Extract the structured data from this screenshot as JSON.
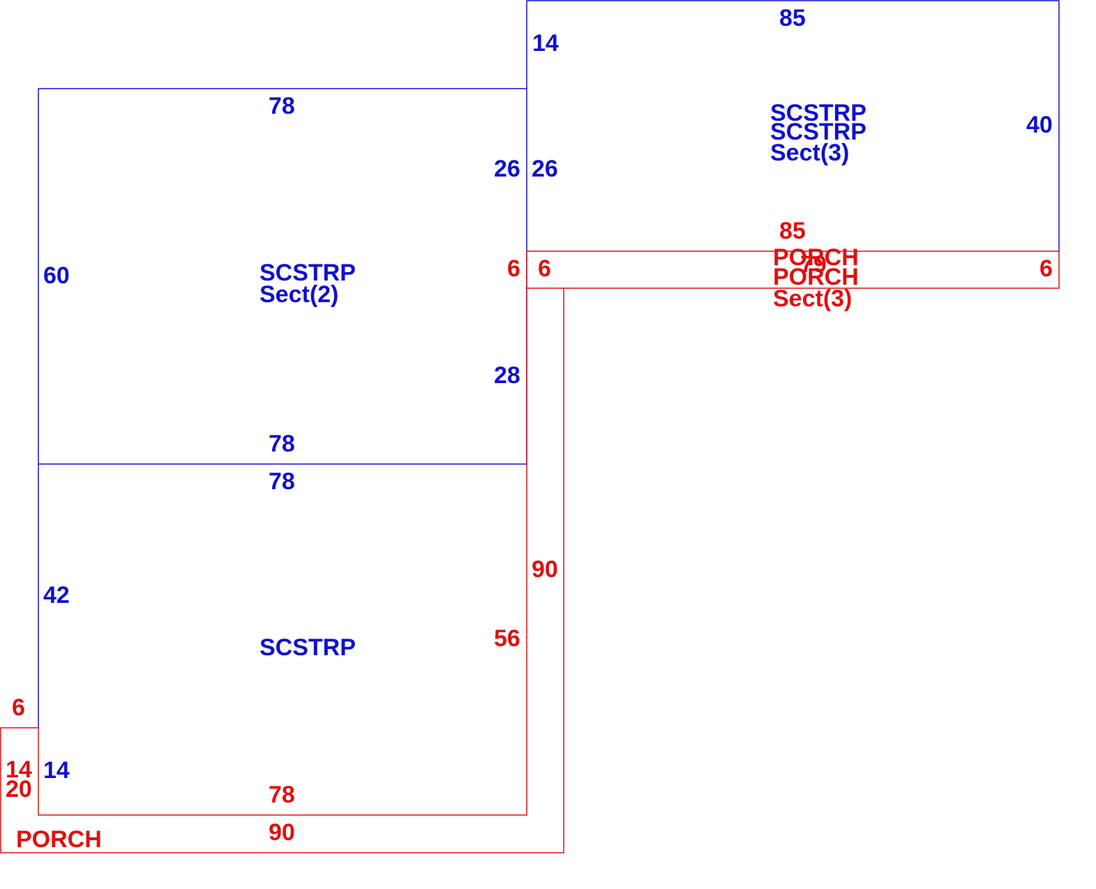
{
  "colors": {
    "main_area": "#1010d0",
    "porch": "#e01010",
    "background": "#ffffff"
  },
  "sections": {
    "upper_left": {
      "name": "SCSTRP",
      "section": "Sect(2)",
      "top": "78",
      "bottom": "78",
      "left": "60",
      "right_upper": "26",
      "right_mid": "6",
      "right_lower": "28"
    },
    "lower_left": {
      "name": "SCSTRP",
      "top": "78",
      "left": "42",
      "left_lower": "14",
      "right": "56",
      "bottom": "78"
    },
    "upper_right": {
      "name_1": "SCSTRP",
      "name_2": "SCSTRP",
      "section": "Sect(3)",
      "top": "85",
      "left_upper": "14",
      "left_lower": "26",
      "right": "40"
    },
    "porch_right": {
      "name_1": "PORCH",
      "name_2": "PORCH",
      "overlap_dim": "79",
      "section": "Sect(3)",
      "top": "85",
      "left": "6",
      "right": "6"
    },
    "porch_strip": {
      "right": "90",
      "bottom": "90",
      "side_top": "6",
      "left_1": "14",
      "left_2": "20",
      "name": "PORCH"
    }
  }
}
